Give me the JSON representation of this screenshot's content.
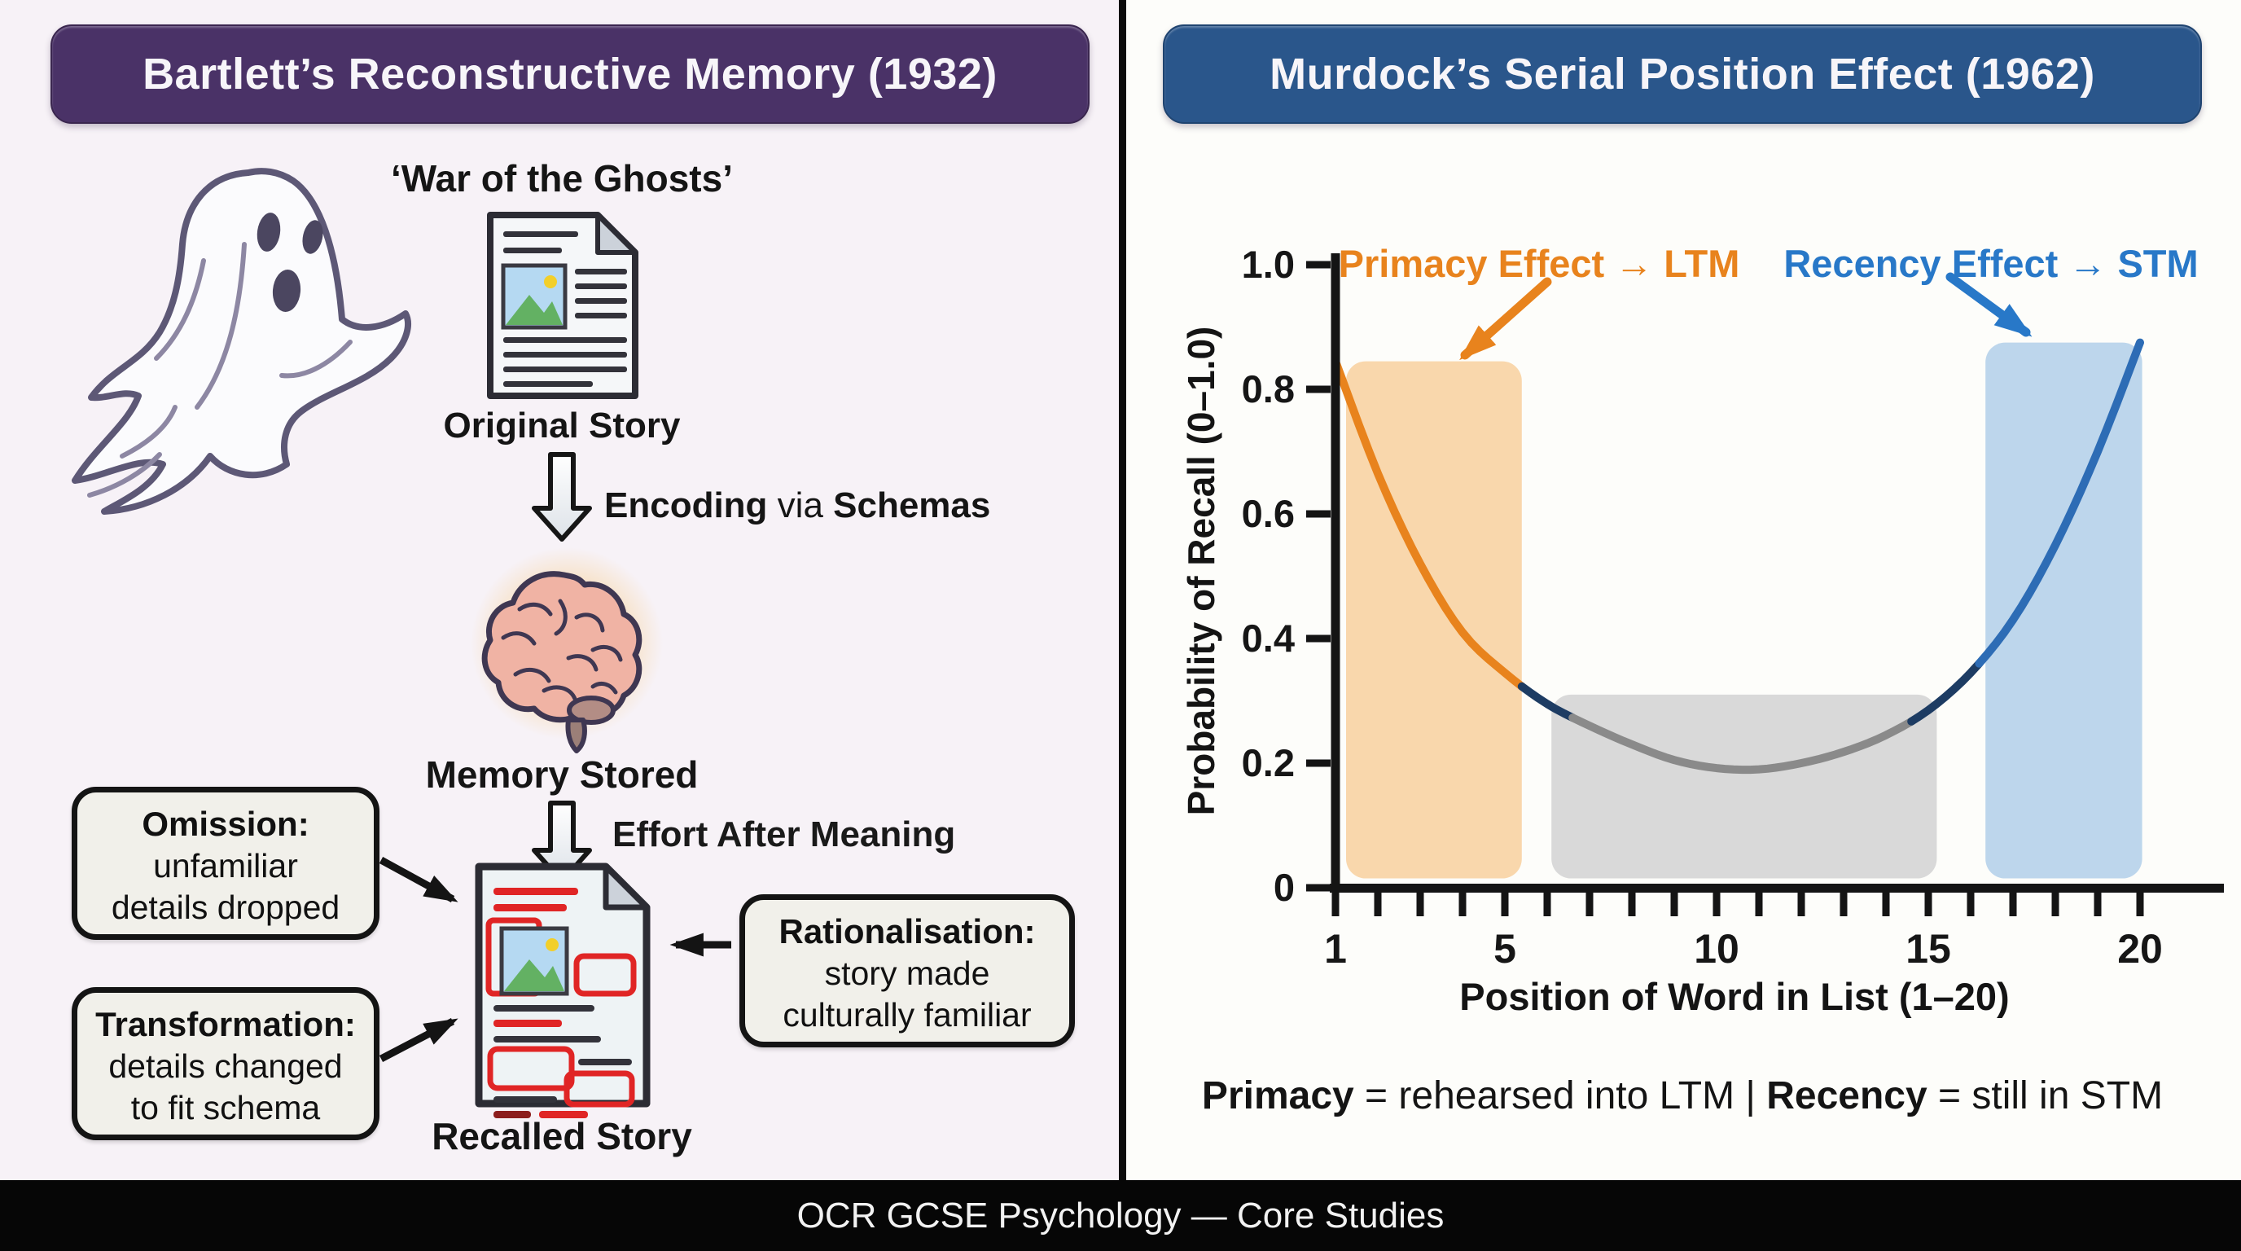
{
  "left_panel": {
    "title": "Bartlett’s Reconstructive Memory (1932)",
    "story_title": "‘War of the Ghosts’",
    "labels": {
      "original_story": "Original Story",
      "memory_stored": "Memory Stored",
      "effort_after_meaning": "Effort After Meaning",
      "recalled_story": "Recalled Story"
    },
    "encoding_step": {
      "bold_lead": "Encoding",
      "connector": " via ",
      "bold_tail": "Schemas"
    },
    "callouts": {
      "omission": {
        "title": "Omission:",
        "line1": "unfamiliar",
        "line2": "details dropped"
      },
      "transformation": {
        "title": "Transformation:",
        "line1": "details changed",
        "line2": "to fit schema"
      },
      "rationalisation": {
        "title": "Rationalisation:",
        "line1": "story made",
        "line2": "culturally familiar"
      }
    },
    "icons": {
      "ghost": "ghost-illustration",
      "original_document": "story-document-icon",
      "brain": "brain-icon",
      "recalled_document": "annotated-story-document-icon"
    },
    "colors": {
      "banner_bg": "#4a3267",
      "panel_bg": "#f7f2f7",
      "callout_bg": "#f1f0ea",
      "edit_red": "#e02525"
    }
  },
  "right_panel": {
    "title": "Murdock’s Serial Position Effect (1962)",
    "caption": {
      "bold1": "Primacy",
      "text1": " = rehearsed into LTM | ",
      "bold2": "Recency",
      "text2": " = still in STM"
    },
    "colors": {
      "banner_bg": "#2a568b",
      "panel_bg": "#fdfdfa"
    }
  },
  "footer": {
    "text": "OCR GCSE Psychology — Core Studies",
    "bg": "#060606"
  },
  "chart_data": {
    "type": "line",
    "title": "Murdock’s Serial Position Effect (1962)",
    "xlabel": "Position of Word in List (1–20)",
    "ylabel": "Probability of Recall (0–1.0)",
    "xlim": [
      1,
      20
    ],
    "ylim": [
      0,
      1.0
    ],
    "xticks": [
      1,
      5,
      10,
      15,
      20
    ],
    "yticks": [
      {
        "v": 1.0,
        "label": "1.0"
      },
      {
        "v": 0.8,
        "label": "0.8"
      },
      {
        "v": 0.6,
        "label": "0.6"
      },
      {
        "v": 0.4,
        "label": "0.4"
      },
      {
        "v": 0.2,
        "label": "0.2"
      },
      {
        "v": 0.0,
        "label": "0"
      }
    ],
    "grid": false,
    "legend": "none",
    "series": [
      {
        "name": "Probability of Recall",
        "x": [
          1,
          2,
          3,
          4,
          5,
          6,
          7,
          8,
          9,
          10,
          11,
          12,
          13,
          14,
          15,
          16,
          17,
          18,
          19,
          20
        ],
        "y": [
          0.845,
          0.665,
          0.52,
          0.41,
          0.345,
          0.295,
          0.26,
          0.23,
          0.205,
          0.192,
          0.19,
          0.2,
          0.218,
          0.245,
          0.285,
          0.345,
          0.43,
          0.55,
          0.7,
          0.875
        ]
      }
    ],
    "curve_segments": [
      {
        "from": 1,
        "to": 5.4,
        "color": "#e8831d",
        "meaning": "primacy portion (LTM)"
      },
      {
        "from": 5.4,
        "to": 6.6,
        "color": "#1d3c63",
        "meaning": "transition"
      },
      {
        "from": 6.6,
        "to": 14.6,
        "color": "#8a8a8a",
        "meaning": "middle items"
      },
      {
        "from": 14.6,
        "to": 16.2,
        "color": "#1d3c63",
        "meaning": "transition"
      },
      {
        "from": 16.2,
        "to": 20,
        "color": "#2d6cb5",
        "meaning": "recency portion (STM)"
      }
    ],
    "regions": [
      {
        "name": "primacy-band",
        "x_from": 1.25,
        "x_to": 5.4,
        "y_from": 0.015,
        "y_to": 0.845,
        "color": "#f9d7ac"
      },
      {
        "name": "middle-band",
        "x_from": 6.1,
        "x_to": 15.2,
        "y_from": 0.015,
        "y_to": 0.31,
        "color": "#d9d9d9"
      },
      {
        "name": "recency-band",
        "x_from": 16.35,
        "x_to": 20.05,
        "y_from": 0.015,
        "y_to": 0.875,
        "color": "#bdd6ec"
      }
    ],
    "annotations": [
      {
        "text": "Primacy Effect → LTM",
        "color": "#e8831d",
        "arrow": true
      },
      {
        "text": "Recency Effect → STM",
        "color": "#2878c8",
        "arrow": true
      }
    ]
  }
}
